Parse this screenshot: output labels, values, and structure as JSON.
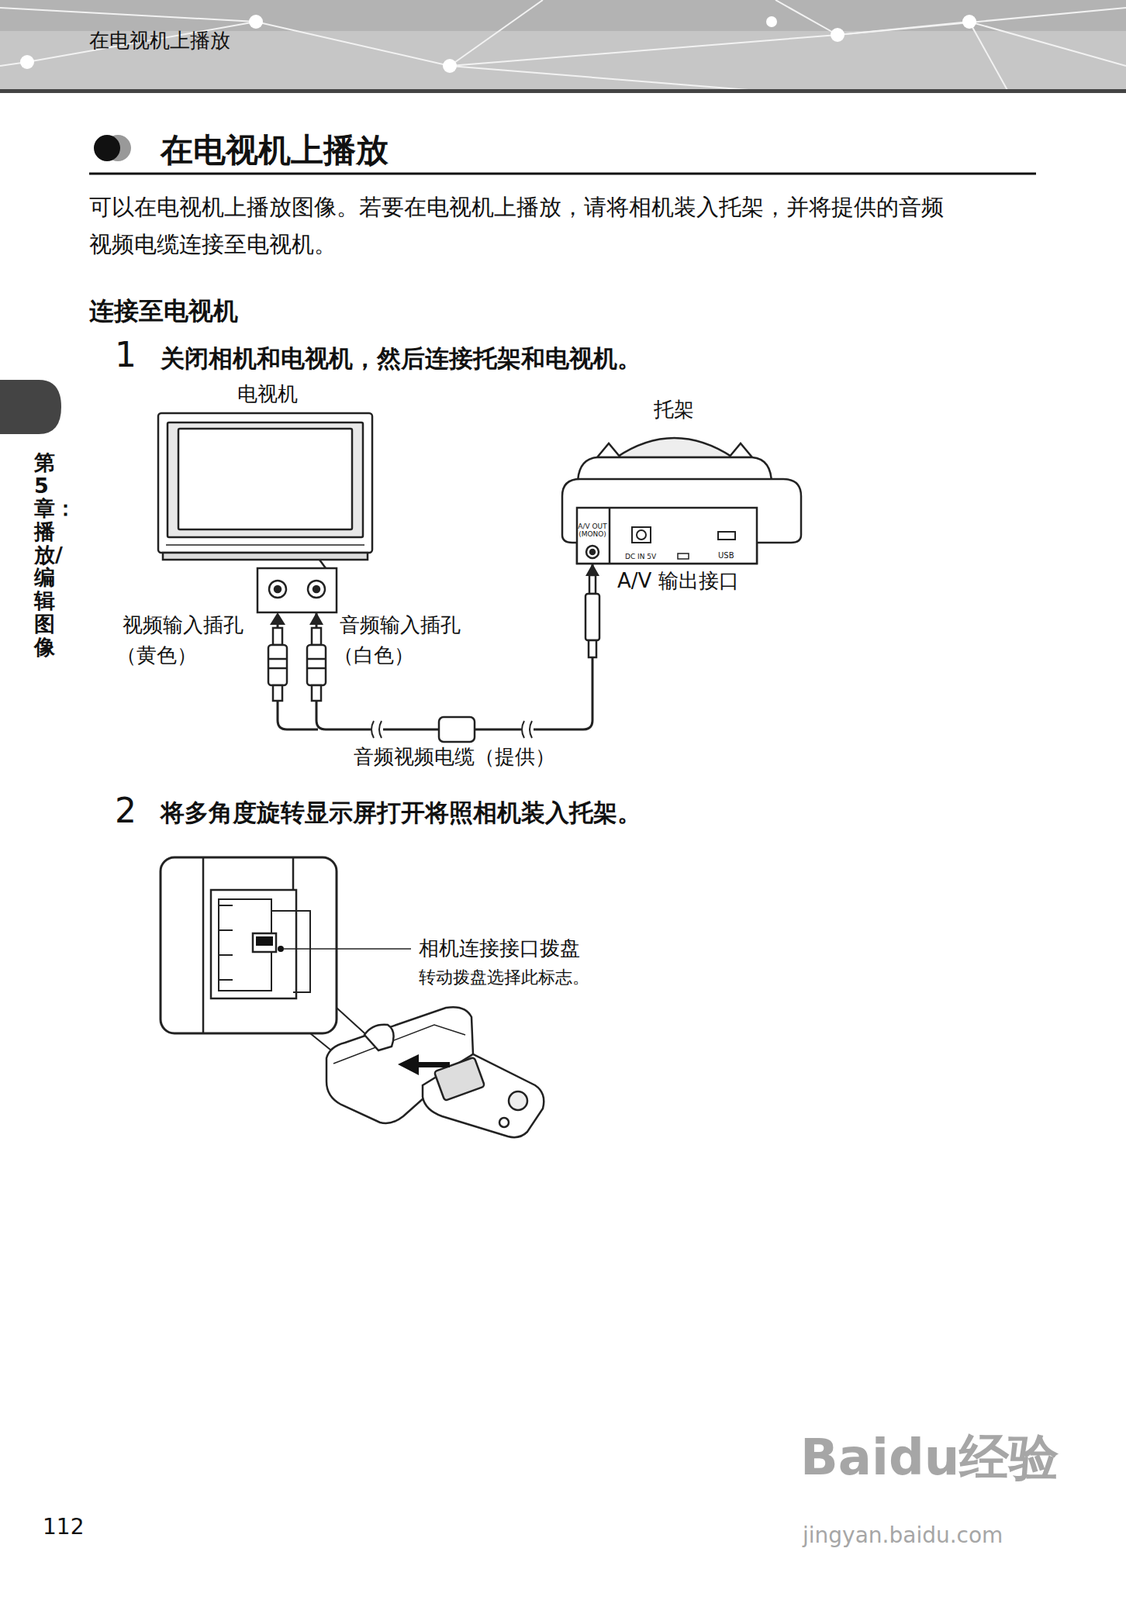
{
  "diagram": {
    "title": "在电视机上播放",
    "nodes": [
      {
        "text": [
          "电视机"
        ]
      },
      {
        "text": [
          "托架"
        ]
      }
    ],
    "edges": [
      {
        "from": 1,
        "to": 0,
        "arrow": "both",
        "label": "音频视频电缆（提供）"
      }
    ],
    "labels": [
      "在电视机上播放",
      "可以在电视机上播放图像。若要在电视机上播放，请将相机装入托架，并将提供的音频视频电缆连接至电视机。",
      "连接至电视机",
      "1",
      "关闭相机和电视机，然后连接托架和电视机。",
      "A/V OUT (MONO)",
      "DC IN 5V",
      "USB",
      "A/V 输出接口",
      "视频输入插孔",
      "（黄色）",
      "音频输入插孔",
      "（白色）",
      "2",
      "将多角度旋转显示屏打开将照相机装入托架。",
      "相机连接接口拨盘",
      "转动拨盘选择此标志。",
      "第5章：播放/编辑图像",
      "112",
      "Baidu经验",
      "jingyan.baidu.com"
    ]
  }
}
